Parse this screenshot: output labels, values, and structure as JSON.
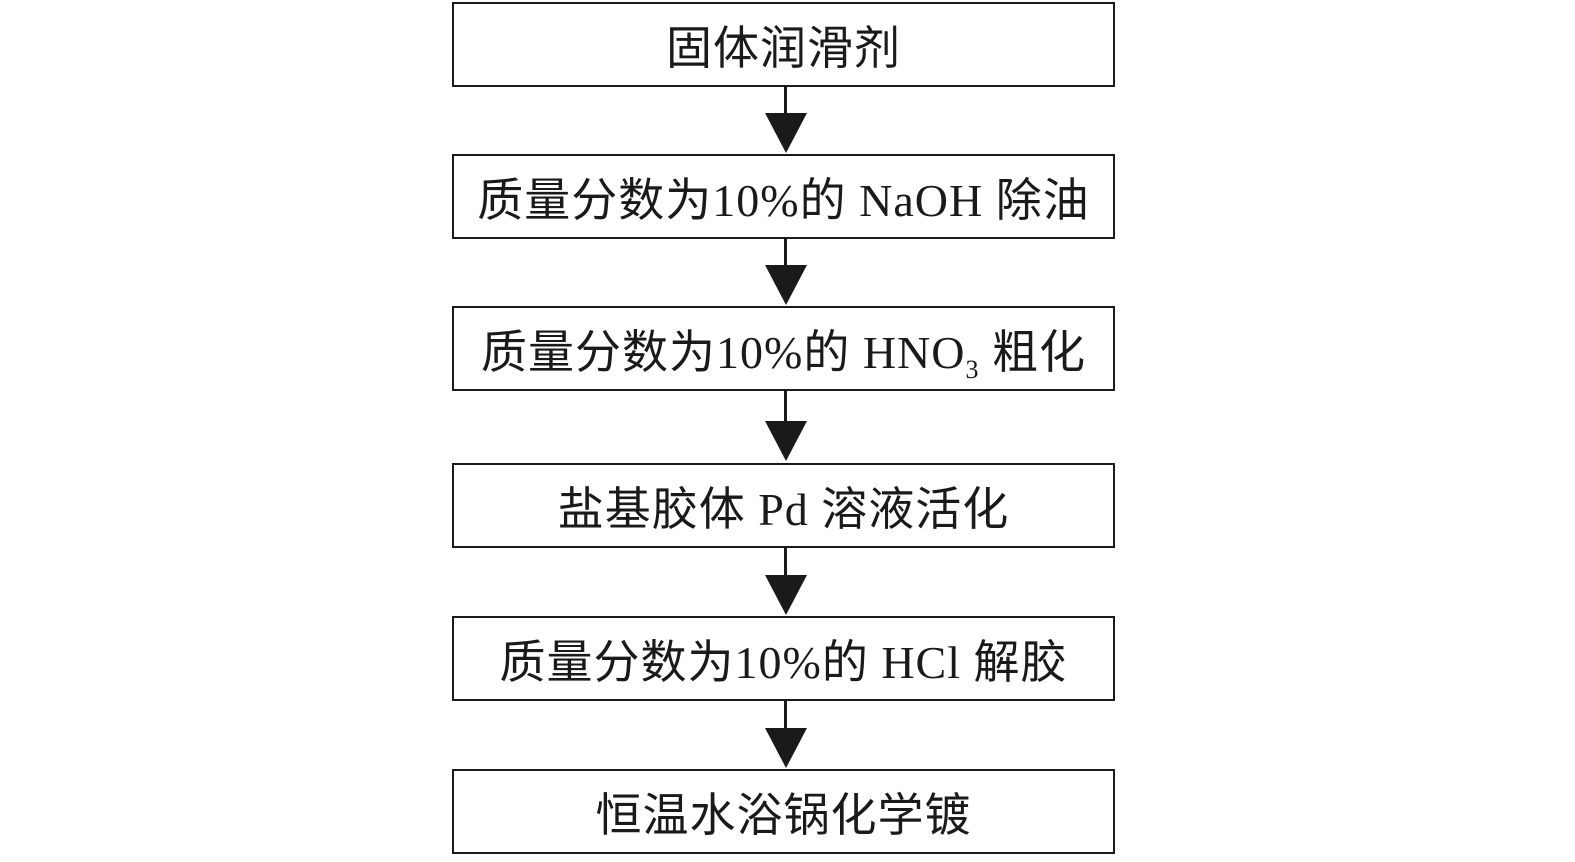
{
  "steps": [
    {
      "text": "固体润滑剂"
    },
    {
      "text": "质量分数为10%的 NaOH 除油"
    },
    {
      "pre": "质量分数为10%的 HNO",
      "sub": "3",
      "post": " 粗化"
    },
    {
      "text": "盐基胶体 Pd 溶液活化"
    },
    {
      "text": "质量分数为10%的 HCl 解胶"
    },
    {
      "text": "恒温水浴锅化学镀"
    }
  ],
  "colors": {
    "stroke": "#1a1a1a",
    "background": "#ffffff"
  }
}
